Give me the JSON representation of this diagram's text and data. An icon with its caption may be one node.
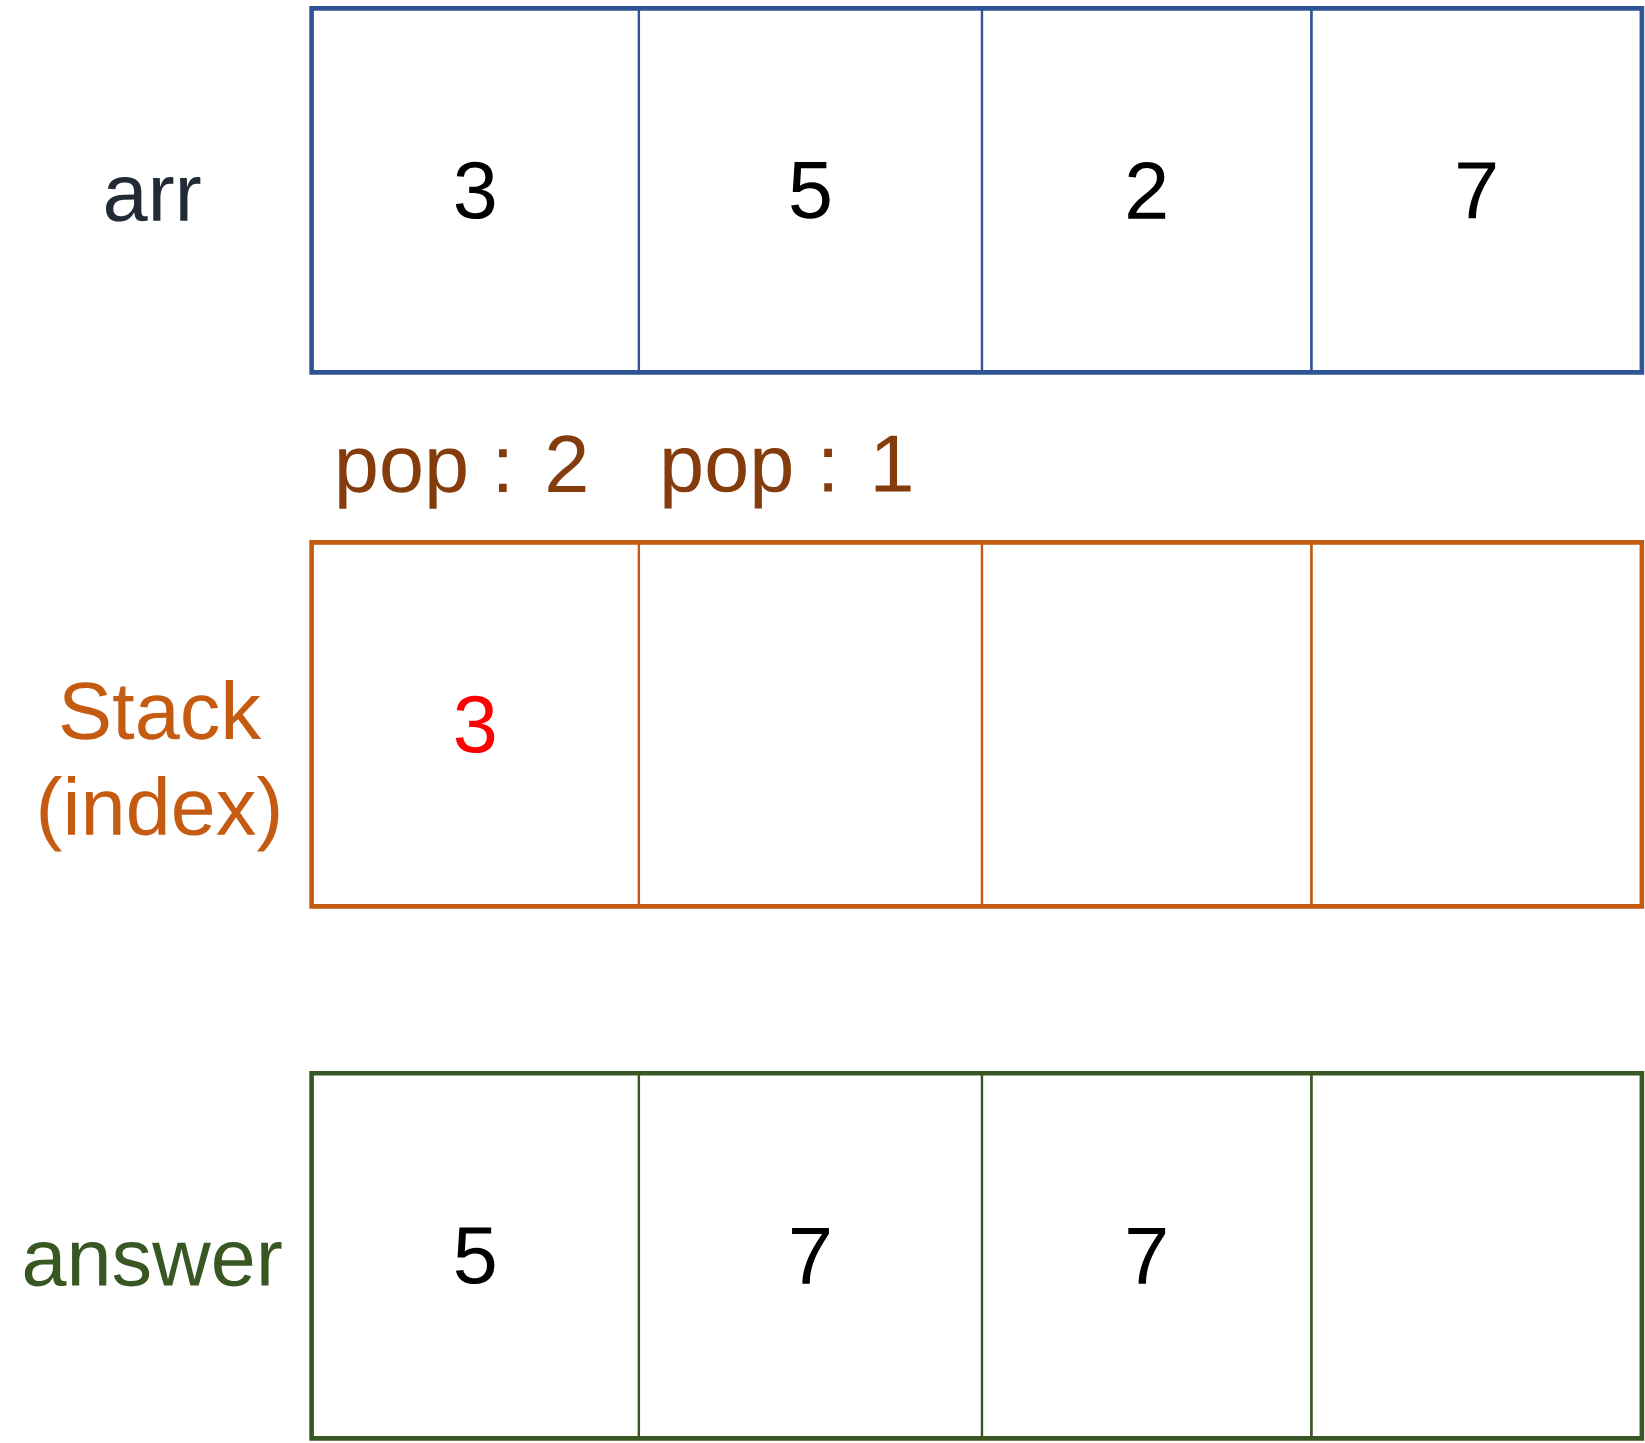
{
  "diagram": {
    "nodes": [
      {
        "text": [
          "arr"
        ]
      },
      {
        "text": [
          "3"
        ],
        "in": 0
      },
      {
        "text": [
          "5"
        ],
        "in": 0
      },
      {
        "text": [
          "2"
        ],
        "in": 0
      },
      {
        "text": [
          "7"
        ],
        "in": 0
      },
      {
        "text": [
          "Stack (index)"
        ]
      },
      {
        "text": [
          "3"
        ],
        "in": 5
      },
      {
        "text": [],
        "shape": "box",
        "in": 5
      },
      {
        "text": [],
        "shape": "box",
        "in": 5
      },
      {
        "text": [],
        "shape": "box",
        "in": 5
      },
      {
        "text": [
          "answer"
        ]
      },
      {
        "text": [
          "5"
        ],
        "in": 10
      },
      {
        "text": [
          "7"
        ],
        "in": 10
      },
      {
        "text": [
          "7"
        ],
        "in": 10
      },
      {
        "text": [],
        "shape": "box",
        "in": 10
      }
    ],
    "labels": [
      "pop : 2",
      "pop : 1"
    ]
  }
}
